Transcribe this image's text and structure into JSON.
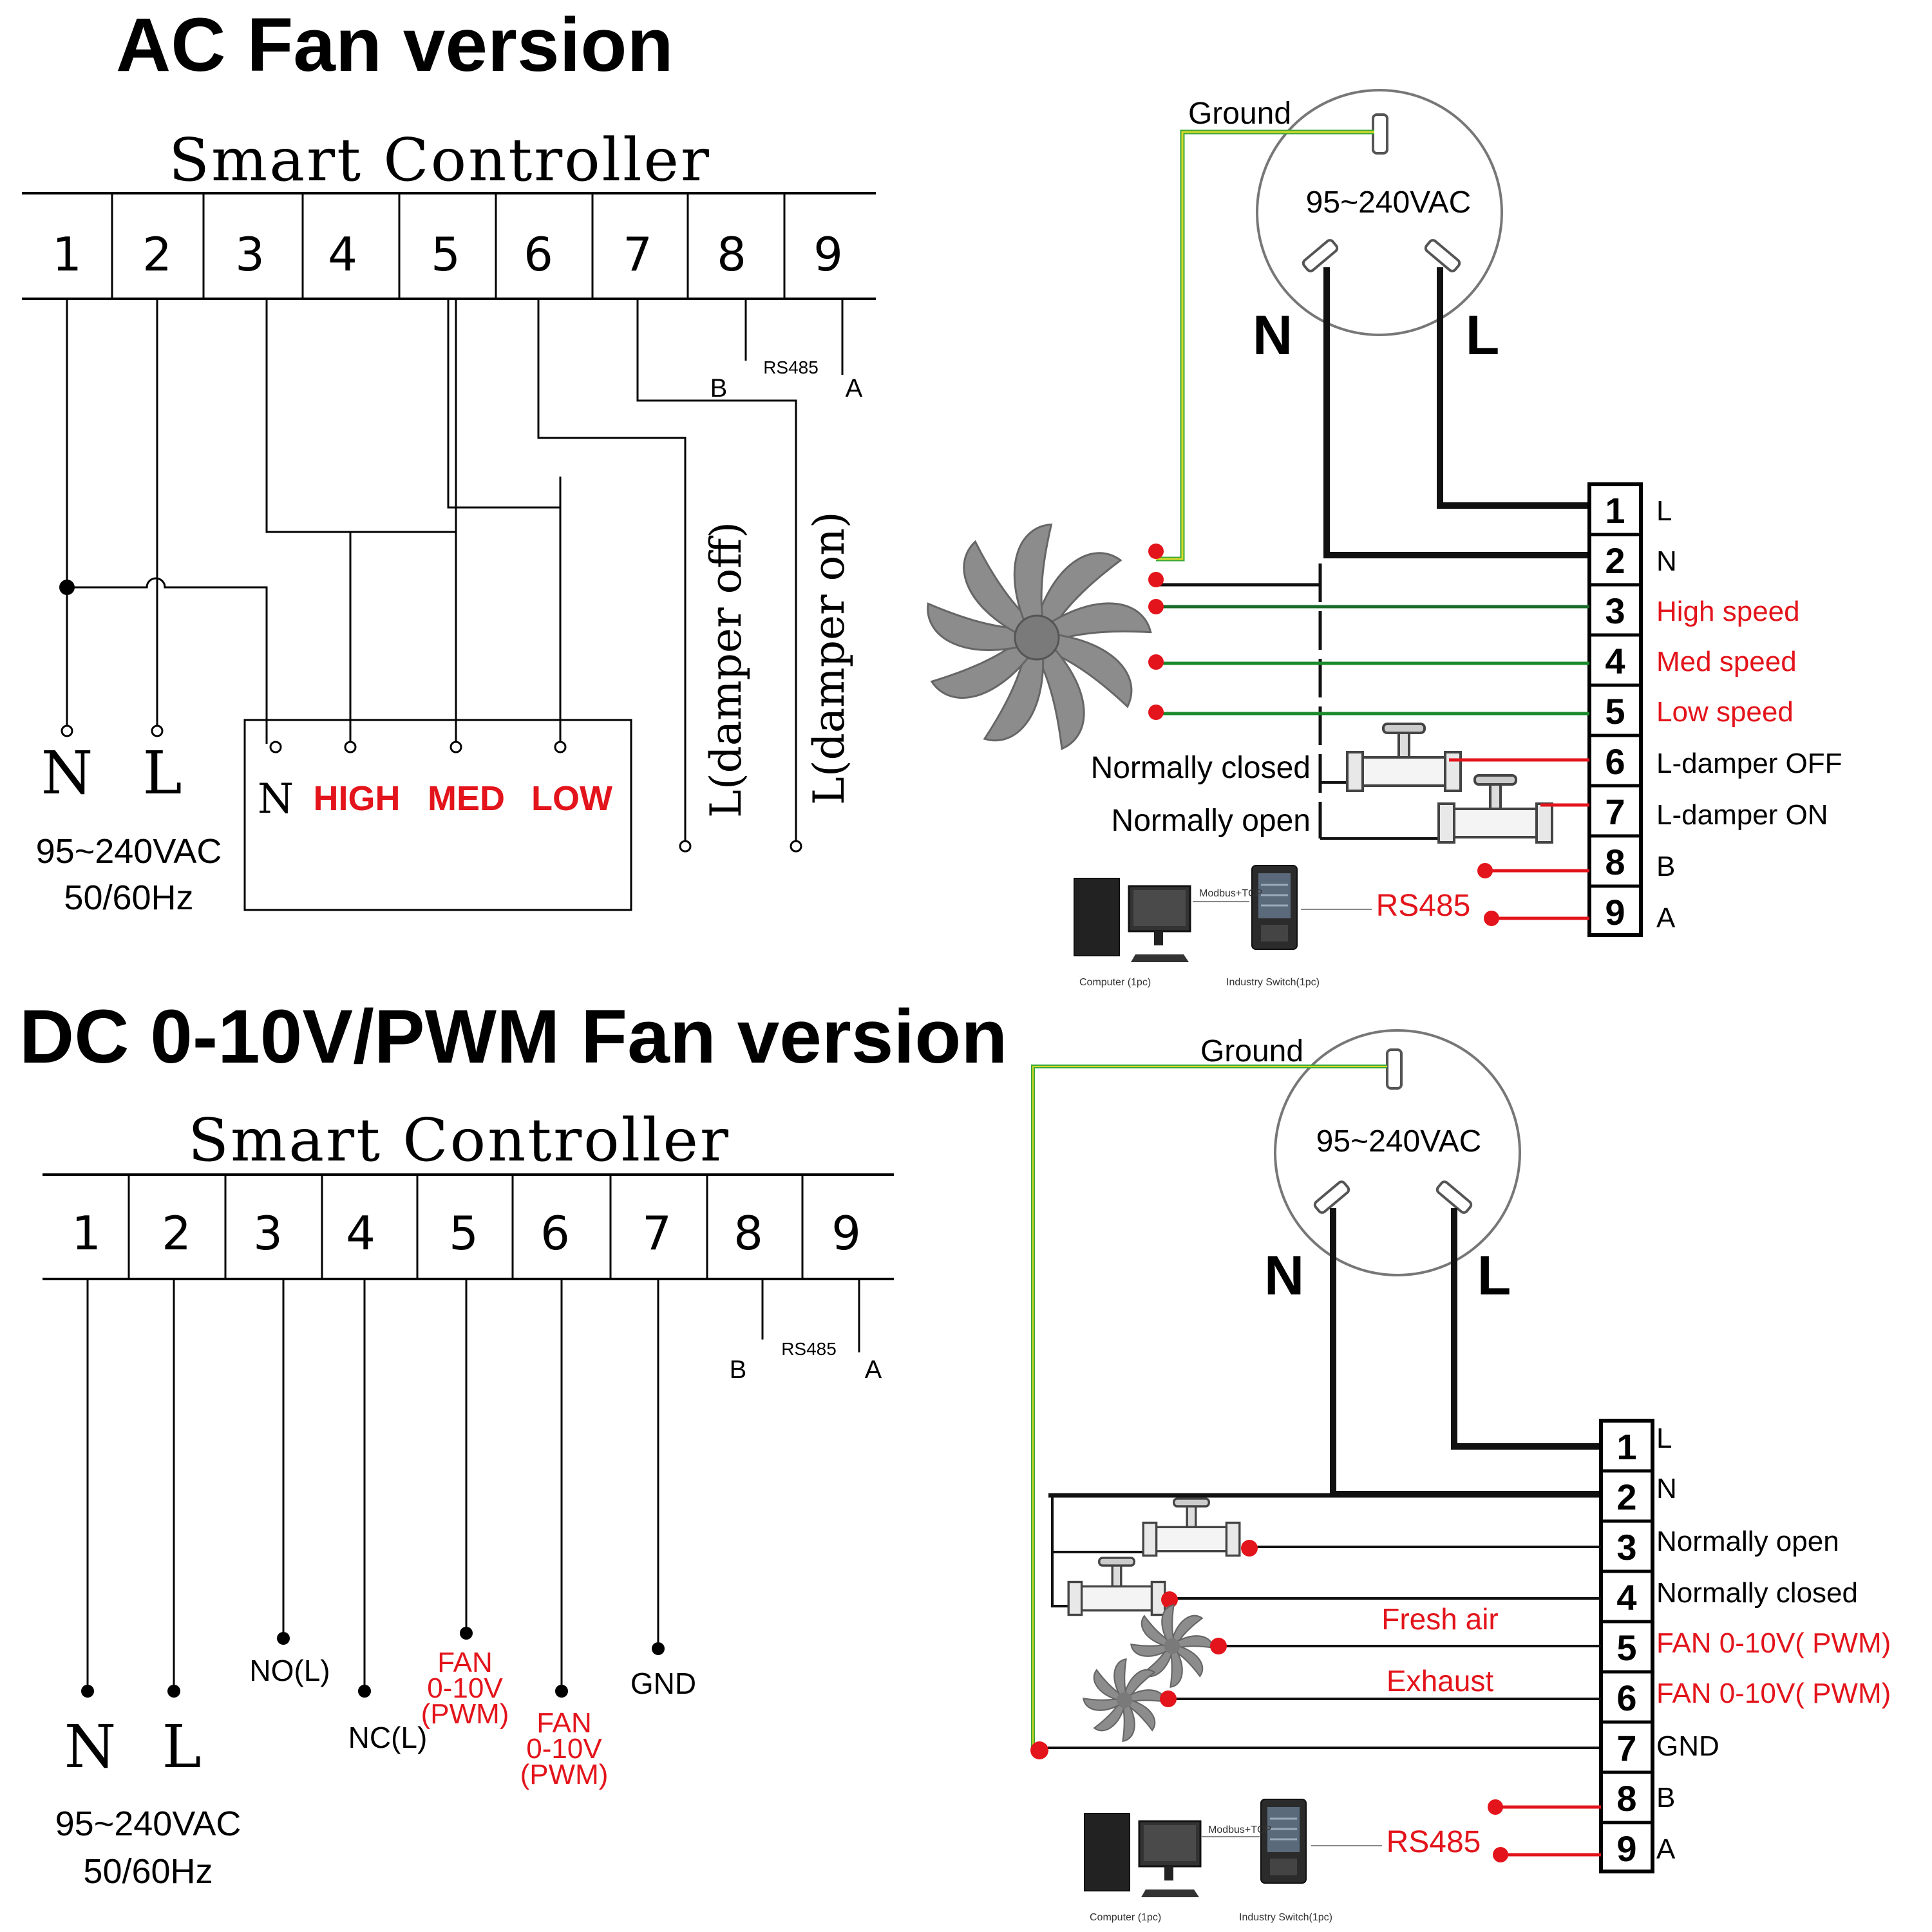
{
  "sections": {
    "ac_title": "AC Fan version",
    "dc_title": "DC 0-10V/PWM Fan version"
  },
  "ac_left": {
    "controller_title": "Smart Controller",
    "terminals": [
      "1",
      "2",
      "3",
      "4",
      "5",
      "6",
      "7",
      "8",
      "9"
    ],
    "rs485_label": "RS485",
    "rs485_b": "B",
    "rs485_a": "A",
    "power_n": "N",
    "power_l": "L",
    "power_voltage": "95~240VAC",
    "power_freq": "50/60Hz",
    "fan_box_n": "N",
    "fan_box_high": "HIGH",
    "fan_box_med": "MED",
    "fan_box_low": "LOW",
    "damper_off": "L(damper off)",
    "damper_on": "L(damper on)"
  },
  "ac_right": {
    "ground": "Ground",
    "voltage": "95~240VAC",
    "plug_n": "N",
    "plug_l": "L",
    "terminals": [
      {
        "num": "1",
        "label": "L",
        "red": false
      },
      {
        "num": "2",
        "label": "N",
        "red": false
      },
      {
        "num": "3",
        "label": "High speed",
        "red": true
      },
      {
        "num": "4",
        "label": "Med speed",
        "red": true
      },
      {
        "num": "5",
        "label": "Low speed",
        "red": true
      },
      {
        "num": "6",
        "label": "L-damper OFF",
        "red": false
      },
      {
        "num": "7",
        "label": "L-damper ON",
        "red": false
      },
      {
        "num": "8",
        "label": "B",
        "red": false
      },
      {
        "num": "9",
        "label": "A",
        "red": false
      }
    ],
    "normally_closed": "Normally closed",
    "normally_open": "Normally open",
    "rs485": "RS485",
    "modbus": "Modbus+TCP",
    "computer_caption": "Computer (1pc)",
    "switch_caption": "Industry Switch(1pc)"
  },
  "dc_left": {
    "controller_title": "Smart Controller",
    "terminals": [
      "1",
      "2",
      "3",
      "4",
      "5",
      "6",
      "7",
      "8",
      "9"
    ],
    "rs485_label": "RS485",
    "rs485_b": "B",
    "rs485_a": "A",
    "power_n": "N",
    "power_l": "L",
    "power_voltage": "95~240VAC",
    "power_freq": "50/60Hz",
    "no_l": "NO(L)",
    "nc_l": "NC(L)",
    "fan_a_line1": "FAN",
    "fan_a_line2": "0-10V",
    "fan_a_line3": "(PWM)",
    "fan_b_line1": "FAN",
    "fan_b_line2": "0-10V",
    "fan_b_line3": "(PWM)",
    "gnd": "GND"
  },
  "dc_right": {
    "ground": "Ground",
    "voltage": "95~240VAC",
    "plug_n": "N",
    "plug_l": "L",
    "terminals": [
      {
        "num": "1",
        "label": "L",
        "red": false
      },
      {
        "num": "2",
        "label": "N",
        "red": false
      },
      {
        "num": "3",
        "label": "Normally open",
        "red": false
      },
      {
        "num": "4",
        "label": "Normally closed",
        "red": false
      },
      {
        "num": "5",
        "label": "FAN 0-10V( PWM)",
        "red": true
      },
      {
        "num": "6",
        "label": "FAN 0-10V( PWM)",
        "red": true
      },
      {
        "num": "7",
        "label": "GND",
        "red": false
      },
      {
        "num": "8",
        "label": "B",
        "red": false
      },
      {
        "num": "9",
        "label": "A",
        "red": false
      }
    ],
    "fresh_air": "Fresh air",
    "exhaust": "Exhaust",
    "rs485": "RS485",
    "modbus": "Modbus+TCP",
    "computer_caption": "Computer (1pc)",
    "switch_caption": "Industry Switch(1pc)"
  },
  "colors": {
    "red": "#e3141b",
    "green": "#1a8a2a",
    "ground_yellow": "#d7d92a",
    "ground_green": "#3aa83a"
  }
}
